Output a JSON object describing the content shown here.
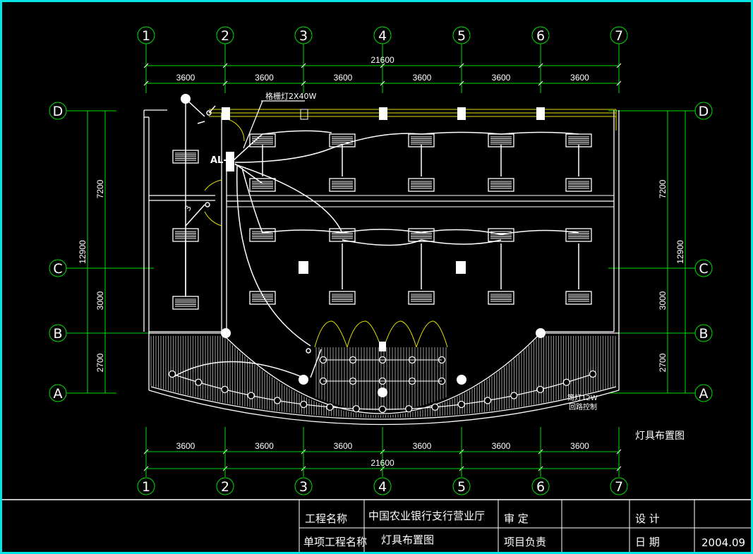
{
  "axes": {
    "columns": [
      "1",
      "2",
      "3",
      "4",
      "5",
      "6",
      "7"
    ],
    "rows": [
      "D",
      "C",
      "B",
      "A"
    ]
  },
  "dimensions": {
    "total": "21600",
    "span": "3600",
    "left": [
      "7200",
      "3000",
      "2700"
    ],
    "left_total": "12900",
    "right": [
      "7200",
      "3000",
      "2700"
    ],
    "right_total": "12900"
  },
  "labels": {
    "panel": "AL-1",
    "grille": "格栅灯2X40W",
    "downlight_1": "筒灯12W",
    "downlight_2": "回路控制",
    "circuit_3": "3",
    "drawing_title": "灯具布置图"
  },
  "title_block": {
    "project_name_label": "工程名称",
    "project_name": "中国农业银行支行营业厅",
    "sub_project_label": "单项工程名称",
    "sub_project": "灯具布置图",
    "review_label": "审    定",
    "leader_label": "项目负责",
    "design_label": "设    计",
    "date_label": "日     期",
    "date": "2004.09"
  },
  "colors": {
    "frame": "#00e5e5",
    "grid": "#00e000",
    "walls": "#ffffff",
    "track": "#e0e000"
  }
}
